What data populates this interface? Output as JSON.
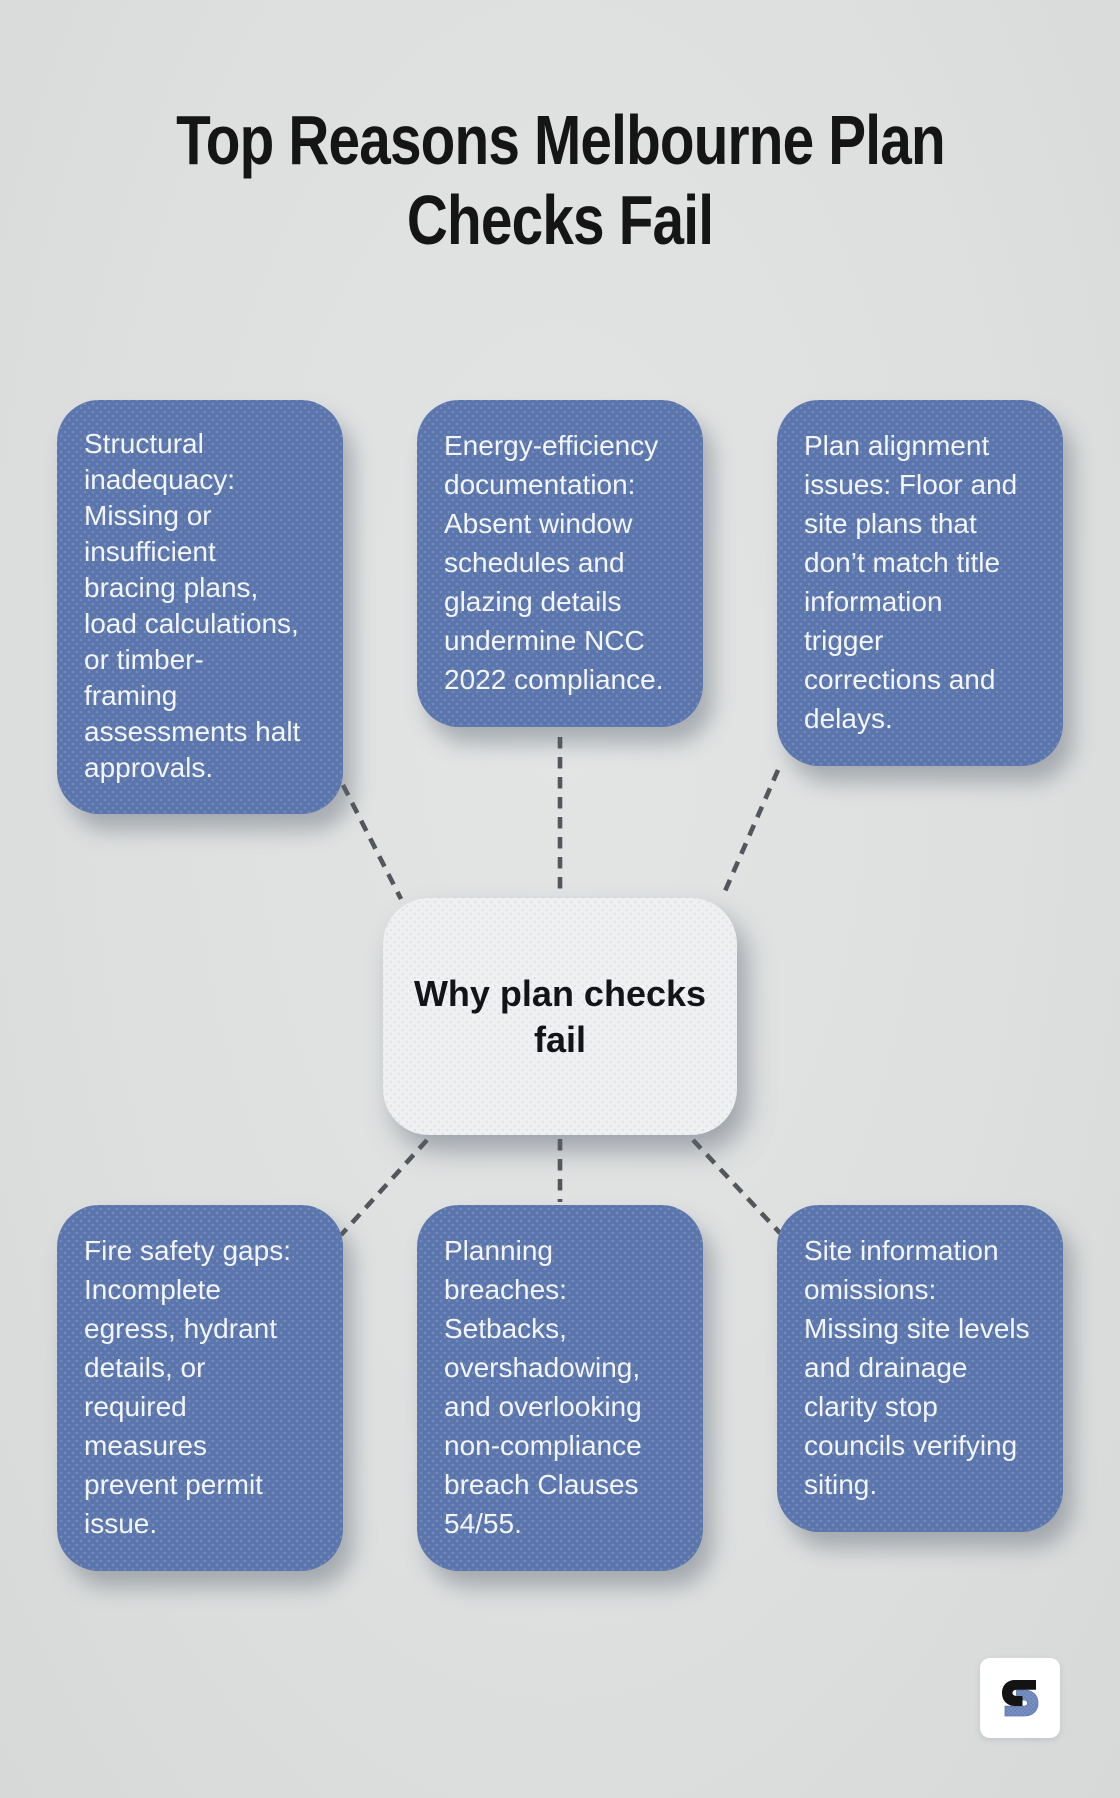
{
  "page": {
    "title": "Top Reasons Melbourne Plan Checks Fail",
    "title_lines": [
      "Top Reasons Melbourne Plan",
      "Checks Fail"
    ],
    "background_color": "#dee0e0"
  },
  "center_node": {
    "label": "Why plan checks fail",
    "label_wrapped": "Why plan checks\nfail",
    "fill_color": "#eef0f2",
    "text_color": "#121418"
  },
  "reasons": [
    {
      "id": "structural",
      "text": "Structural inadequacy: Missing or insufficient bracing plans, load calculations, or timber-framing assessments halt approvals.",
      "text_wrapped": "Structural\ninadequacy:\nMissing or\ninsufficient\nbracing plans,\nload calculations,\nor timber-\nframing\nassessments halt\napprovals."
    },
    {
      "id": "energy-efficiency",
      "text": "Energy-efficiency documentation: Absent window schedules and glazing details undermine NCC 2022 compliance.",
      "text_wrapped": "Energy-efficiency\ndocumentation:\nAbsent window\nschedules and\nglazing details\nundermine NCC\n2022 compliance."
    },
    {
      "id": "plan-alignment",
      "text": "Plan alignment issues: Floor and site plans that don’t match title information trigger corrections and delays.",
      "text_wrapped": "Plan alignment\nissues: Floor and\nsite plans that\ndon’t match title\ninformation\ntrigger\ncorrections and\ndelays."
    },
    {
      "id": "fire-safety",
      "text": "Fire safety gaps: Incomplete egress, hydrant details, or required measures prevent permit issue.",
      "text_wrapped": "Fire safety gaps:\nIncomplete\negress, hydrant\ndetails, or\nrequired\nmeasures\nprevent permit\nissue."
    },
    {
      "id": "planning-breaches",
      "text": "Planning breaches: Setbacks, overshadowing, and overlooking non-compliance breach Clauses 54/55.",
      "text_wrapped": "Planning\nbreaches:\nSetbacks,\novershadowing,\nand overlooking\nnon-compliance\nbreach Clauses\n54/55."
    },
    {
      "id": "site-information",
      "text": "Site information omissions: Missing site levels and drainage clarity stop councils verifying siting.",
      "text_wrapped": "Site information\nomissions:\nMissing site levels\nand drainage\nclarity stop\ncouncils verifying\nsiting."
    }
  ],
  "colors": {
    "reason_box_fill": "#5b76ad",
    "reason_box_text": "#f3f5f9",
    "connector_line": "#53565a",
    "title_text": "#151515",
    "logo_black": "#131313",
    "logo_blue": "#6d86ba"
  }
}
